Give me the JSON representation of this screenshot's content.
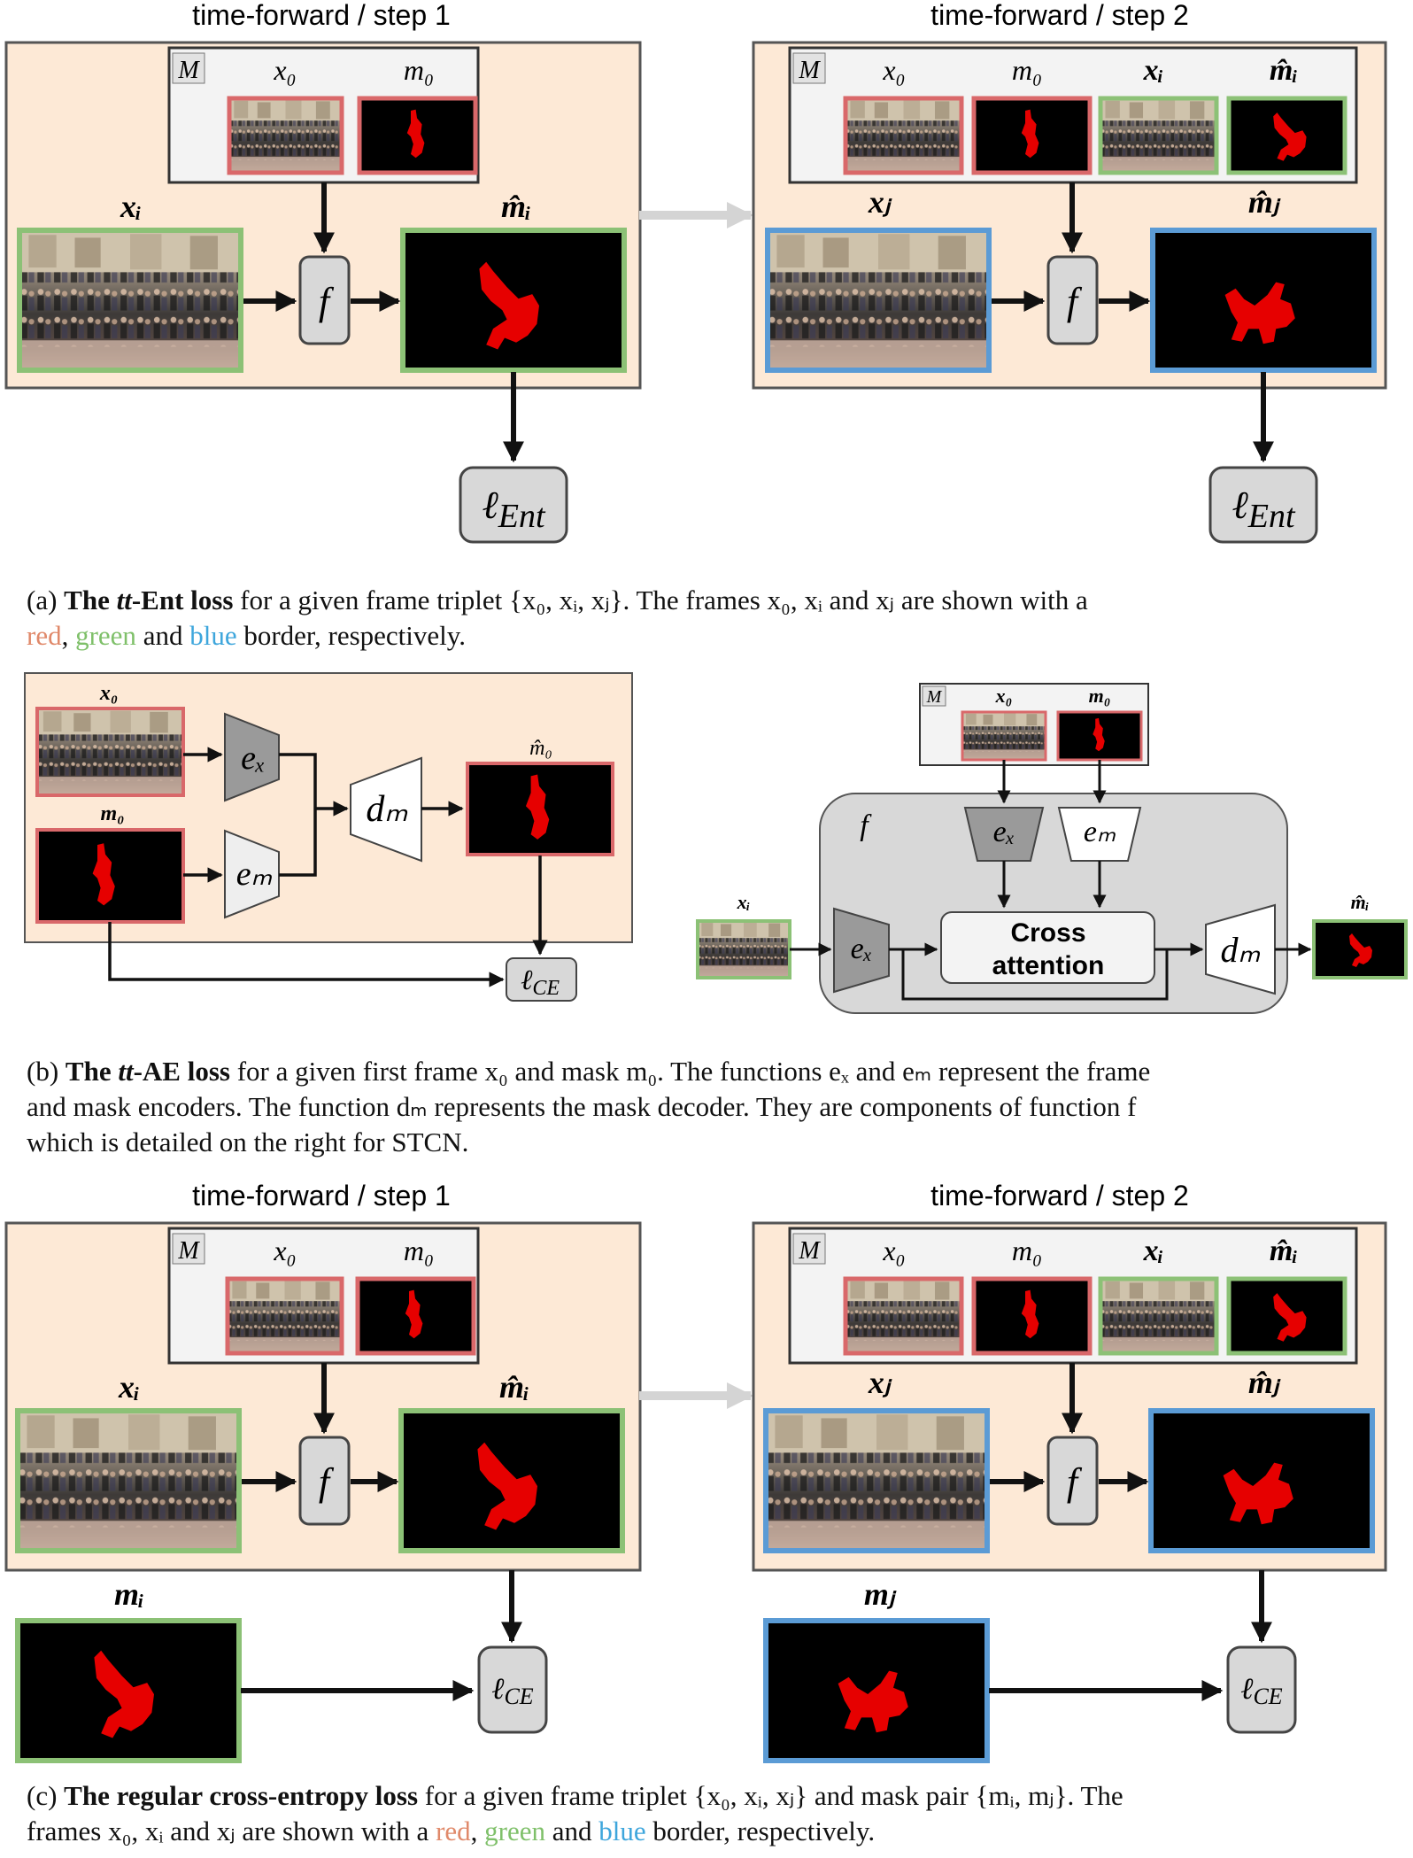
{
  "colors": {
    "panel_bg": "#fde9d6",
    "memory_bg": "#f3f3f3",
    "f_box_bg": "#d8d8d8",
    "border_red": "#d9686a",
    "border_green": "#8cc176",
    "border_blue": "#5b9bd5",
    "arrow": "#111111",
    "gray_arrow": "#d4d4d4",
    "mask_red": "#e60000",
    "caption_red": "#e0896a",
    "caption_green": "#7fc06a",
    "caption_blue": "#3ea6dc"
  },
  "panel_a": {
    "step1_title": "time-forward / step 1",
    "step2_title": "time-forward / step 2",
    "memory_label": "M",
    "lbl_x0": "x₀",
    "lbl_m0": "m₀",
    "lbl_xi": "xᵢ",
    "lbl_mhat_i": "m̂ᵢ",
    "lbl_xj": "xⱼ",
    "lbl_mhat_j": "m̂ⱼ",
    "lbl_f": "f",
    "loss_label": "ℓ",
    "loss_sub": "Ent"
  },
  "caption_a": {
    "prefix": "(a) ",
    "bold_it": "tt",
    "bold": "-Ent loss",
    "bold_the": "The ",
    "t1": " for a given frame triplet {x₀, xᵢ, xⱼ}. The frames x₀, xᵢ and xⱼ are shown with a",
    "red": "red",
    "sep": ", ",
    "green": "green",
    "and": " and ",
    "blue": "blue",
    "end": " border, respectively."
  },
  "panel_b": {
    "lbl_x0": "x₀",
    "lbl_m0": "m₀",
    "lbl_mhat_0": "m̂₀",
    "ex": "eₓ",
    "em": "eₘ",
    "dm": "dₘ",
    "loss_ce": "ℓ",
    "loss_ce_sub": "CE",
    "memory_label": "M",
    "f_label": "f",
    "lbl_xi": "xᵢ",
    "lbl_mhat_i": "m̂ᵢ",
    "cross1": "Cross",
    "cross2": "attention"
  },
  "caption_b": {
    "prefix": "(b) ",
    "bold_the": "The ",
    "bold_it": "tt",
    "bold": "-AE loss",
    "t1": " for a given first frame x₀ and mask m₀. The functions eₓ and eₘ represent the frame",
    "t2": "and mask encoders. The function dₘ represents the mask decoder. They are components of function f",
    "t3": "which is detailed on the right for STCN."
  },
  "panel_c": {
    "step1_title": "time-forward / step 1",
    "step2_title": "time-forward / step 2",
    "memory_label": "M",
    "lbl_x0": "x₀",
    "lbl_m0": "m₀",
    "lbl_xi": "xᵢ",
    "lbl_mhat_i": "m̂ᵢ",
    "lbl_xj": "xⱼ",
    "lbl_mhat_j": "m̂ⱼ",
    "lbl_mi": "mᵢ",
    "lbl_mj": "mⱼ",
    "lbl_f": "f",
    "loss_label": "ℓ",
    "loss_sub": "CE"
  },
  "caption_c": {
    "prefix": "(c) ",
    "bold": "The regular cross-entropy loss",
    "t1": " for a given frame triplet {x₀, xᵢ, xⱼ} and mask pair {mᵢ, mⱼ}. The",
    "t2": "frames x₀, xᵢ and xⱼ are shown with a ",
    "red": "red",
    "sep": ", ",
    "green": "green",
    "and": " and ",
    "blue": "blue",
    "end": " border, respectively."
  }
}
